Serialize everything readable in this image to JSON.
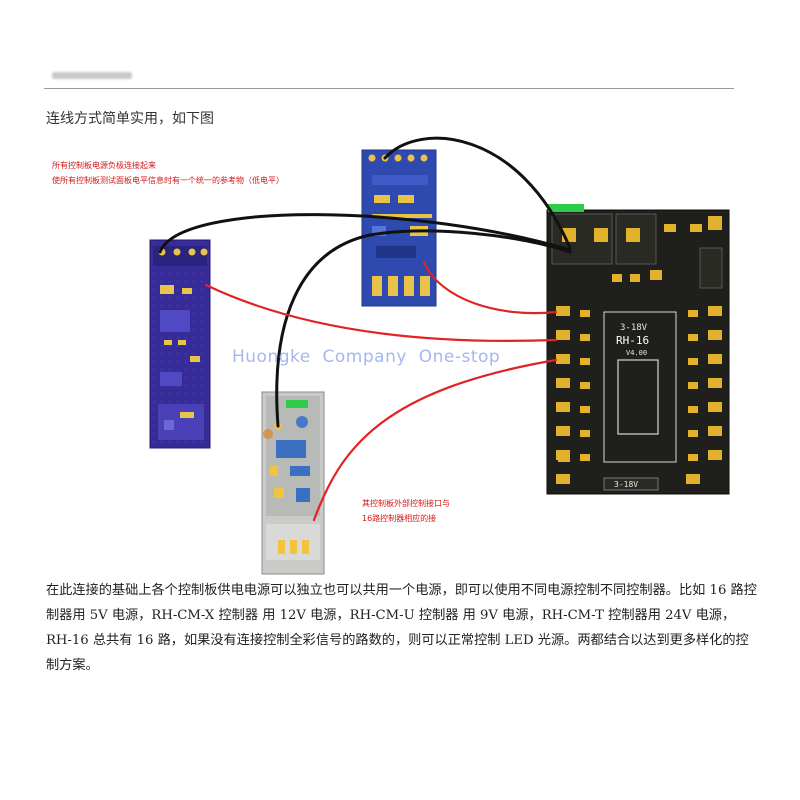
{
  "header": {
    "left_text": "",
    "right_text": "",
    "right_link": ""
  },
  "intro": "连线方式简单实用，如下图",
  "notes": {
    "top": [
      "所有控制板电源负极连接起来",
      "使所有控制板测试面板电平信息时有一个统一的参考物（低电平）"
    ],
    "bottom": [
      "其控制板外部控制接口与",
      "16路控制器相应的接"
    ]
  },
  "watermark": "Huongke  Company  One-stop",
  "board_labels": {
    "main_model": "RH-16",
    "main_range": "3-18V",
    "main_version": "V4.00",
    "main_bottom": "3-18V"
  },
  "body_text": "在此连接的基础上各个控制板供电电源可以独立也可以共用一个电源，即可以使用不同电源控制不同控制器。比如 16 路控制器用 5V 电源，RH-CM-X 控制器 用 12V 电源，RH-CM-U 控制器 用 9V 电源，RH-CM-T 控制器用 24V 电源，RH-16 总共有 16 路，如果没有连接控制全彩信号的路数的，则可以正常控制 LED 光源。两都结合以达到更多样化的控制方案。",
  "colors": {
    "wire_black": "#111111",
    "wire_red": "#e02424",
    "pcb_purple": "#3a2f9e",
    "pcb_blue": "#2f4bb0",
    "pcb_black": "#1f1f1b",
    "pad_gold": "#e3b22c"
  }
}
